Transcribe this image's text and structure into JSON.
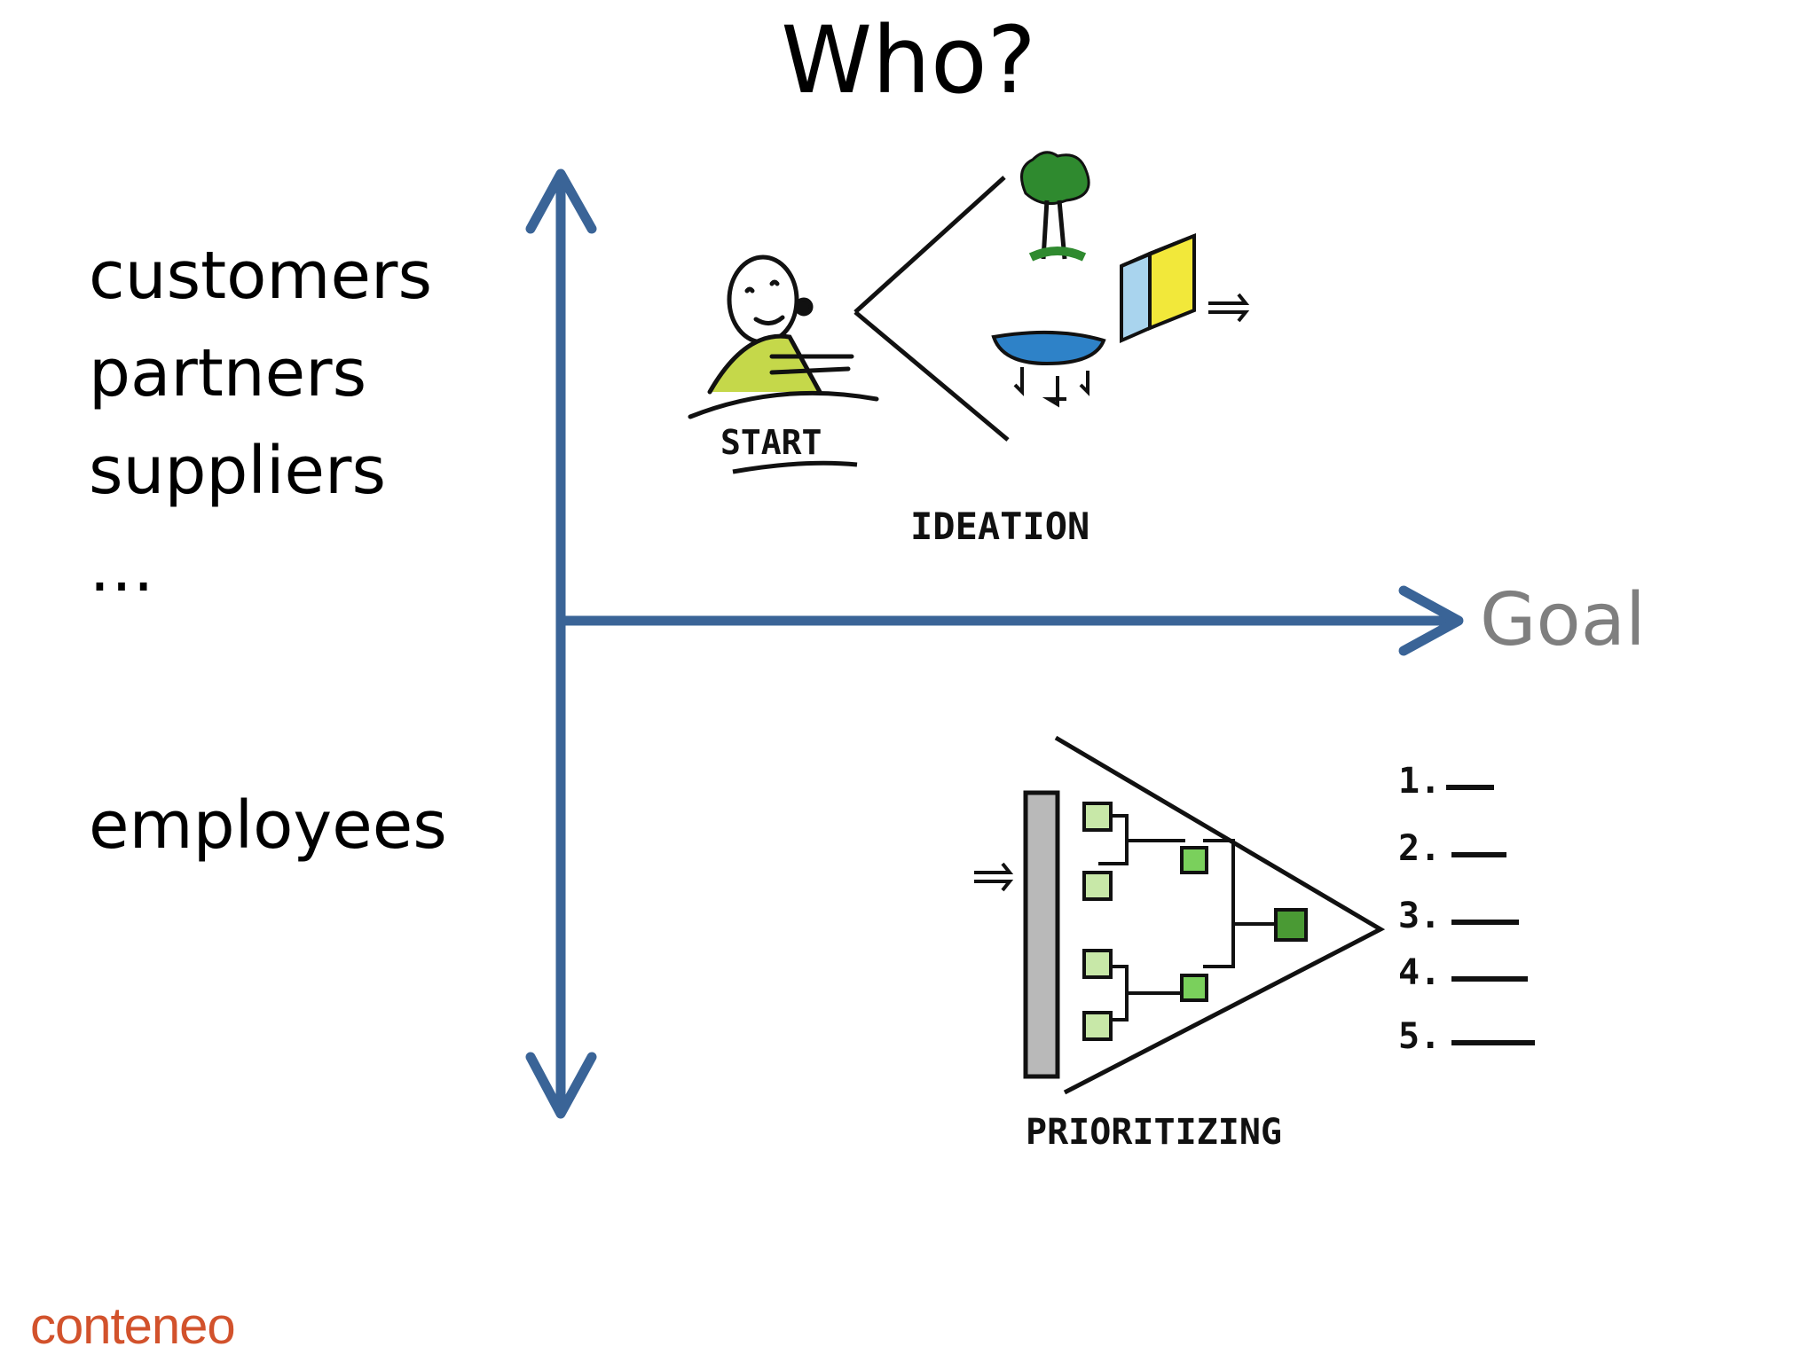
{
  "title": "Who?",
  "who_list": [
    "customers",
    "partners",
    "suppliers",
    "…"
  ],
  "lower_label": "employees",
  "axis_label": "Goal",
  "sketches": {
    "top": {
      "start_label": "START",
      "phase_label": "IDEATION"
    },
    "bottom": {
      "phase_label": "PRIORITIZING",
      "ranks": [
        "1.",
        "2.",
        "3.",
        "4.",
        "5."
      ]
    }
  },
  "logo": "conteneo",
  "colors": {
    "axis": "#3a6497",
    "goal": "#7f7f7f",
    "logo": "#d2522c"
  }
}
